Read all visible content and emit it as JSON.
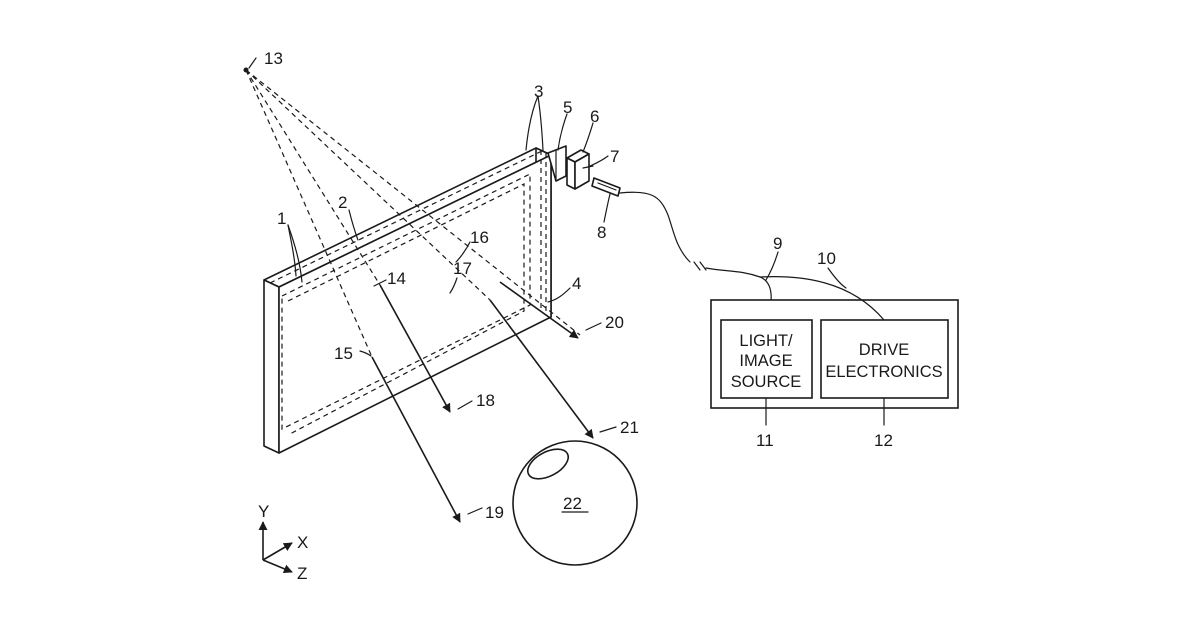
{
  "figure": {
    "reference_numerals": {
      "n1": "1",
      "n2": "2",
      "n3": "3",
      "n4": "4",
      "n5": "5",
      "n6": "6",
      "n7": "7",
      "n8": "8",
      "n9": "9",
      "n10": "10",
      "n11": "11",
      "n12": "12",
      "n13": "13",
      "n14": "14",
      "n15": "15",
      "n16": "16",
      "n17": "17",
      "n18": "18",
      "n19": "19",
      "n20": "20",
      "n21": "21",
      "n22": "22"
    },
    "boxes": {
      "light_source": {
        "line1": "LIGHT/",
        "line2": "IMAGE",
        "line3": "SOURCE"
      },
      "drive_electronics": {
        "line1": "DRIVE",
        "line2": "ELECTRONICS"
      }
    },
    "axes": {
      "y": "Y",
      "x": "X",
      "z": "Z"
    },
    "stroke_color": "#1a1a1a",
    "background_color": "#ffffff"
  }
}
